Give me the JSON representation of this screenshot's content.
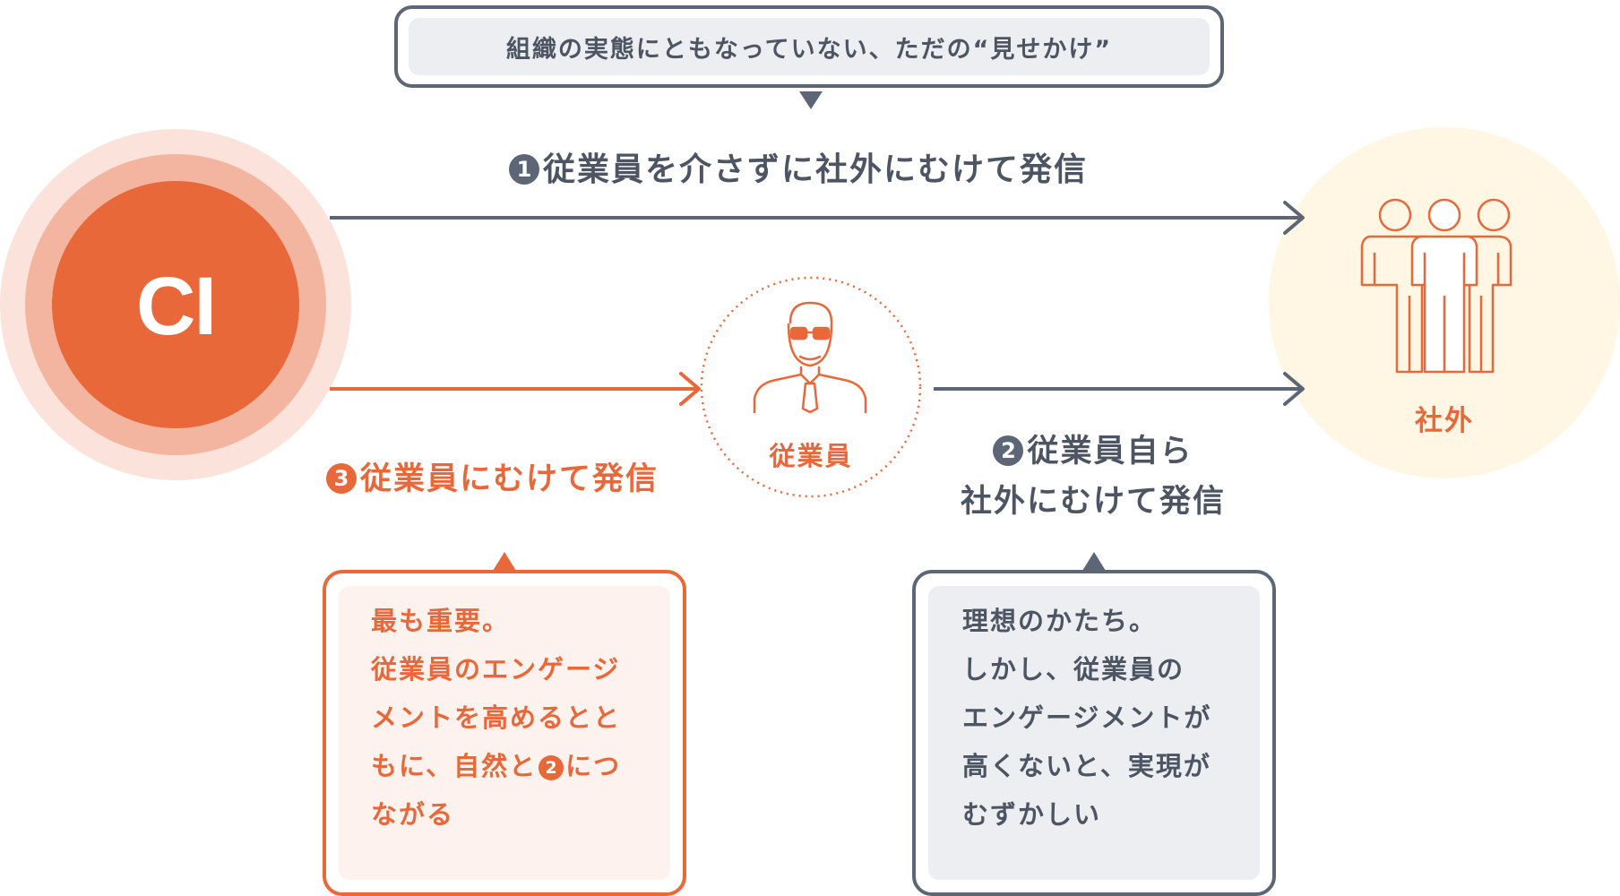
{
  "bubble_top": "組織の実態にともなっていない、ただの“見せかけ”",
  "ci_label": "CI",
  "route1": {
    "num": "1",
    "text": "従業員を介さずに社外にむけて発信"
  },
  "route2": {
    "num": "2",
    "line1": "従業員自ら",
    "line2": "社外にむけて発信"
  },
  "route3": {
    "num": "3",
    "text": "従業員にむけて発信"
  },
  "employee_label": "従業員",
  "outside_label": "社外",
  "box_left": {
    "line1": "最も重要。",
    "line2": "従業員のエンゲージ",
    "line3": "メントを高めるとと",
    "line4_a": "もに、自然と",
    "line4_num": "2",
    "line4_b": "につ",
    "line5": "ながる"
  },
  "box_right": {
    "line1": "理想のかたち。",
    "line2": "しかし、従業員の",
    "line3": "エンゲージメントが",
    "line4": "高くないと、実現が",
    "line5": "むずかしい"
  },
  "colors": {
    "orange": "#e8683a",
    "slate": "#5d6676",
    "cream": "#fff6e3",
    "light_orange": "#fdf2ee",
    "light_gray": "#eceef1"
  }
}
